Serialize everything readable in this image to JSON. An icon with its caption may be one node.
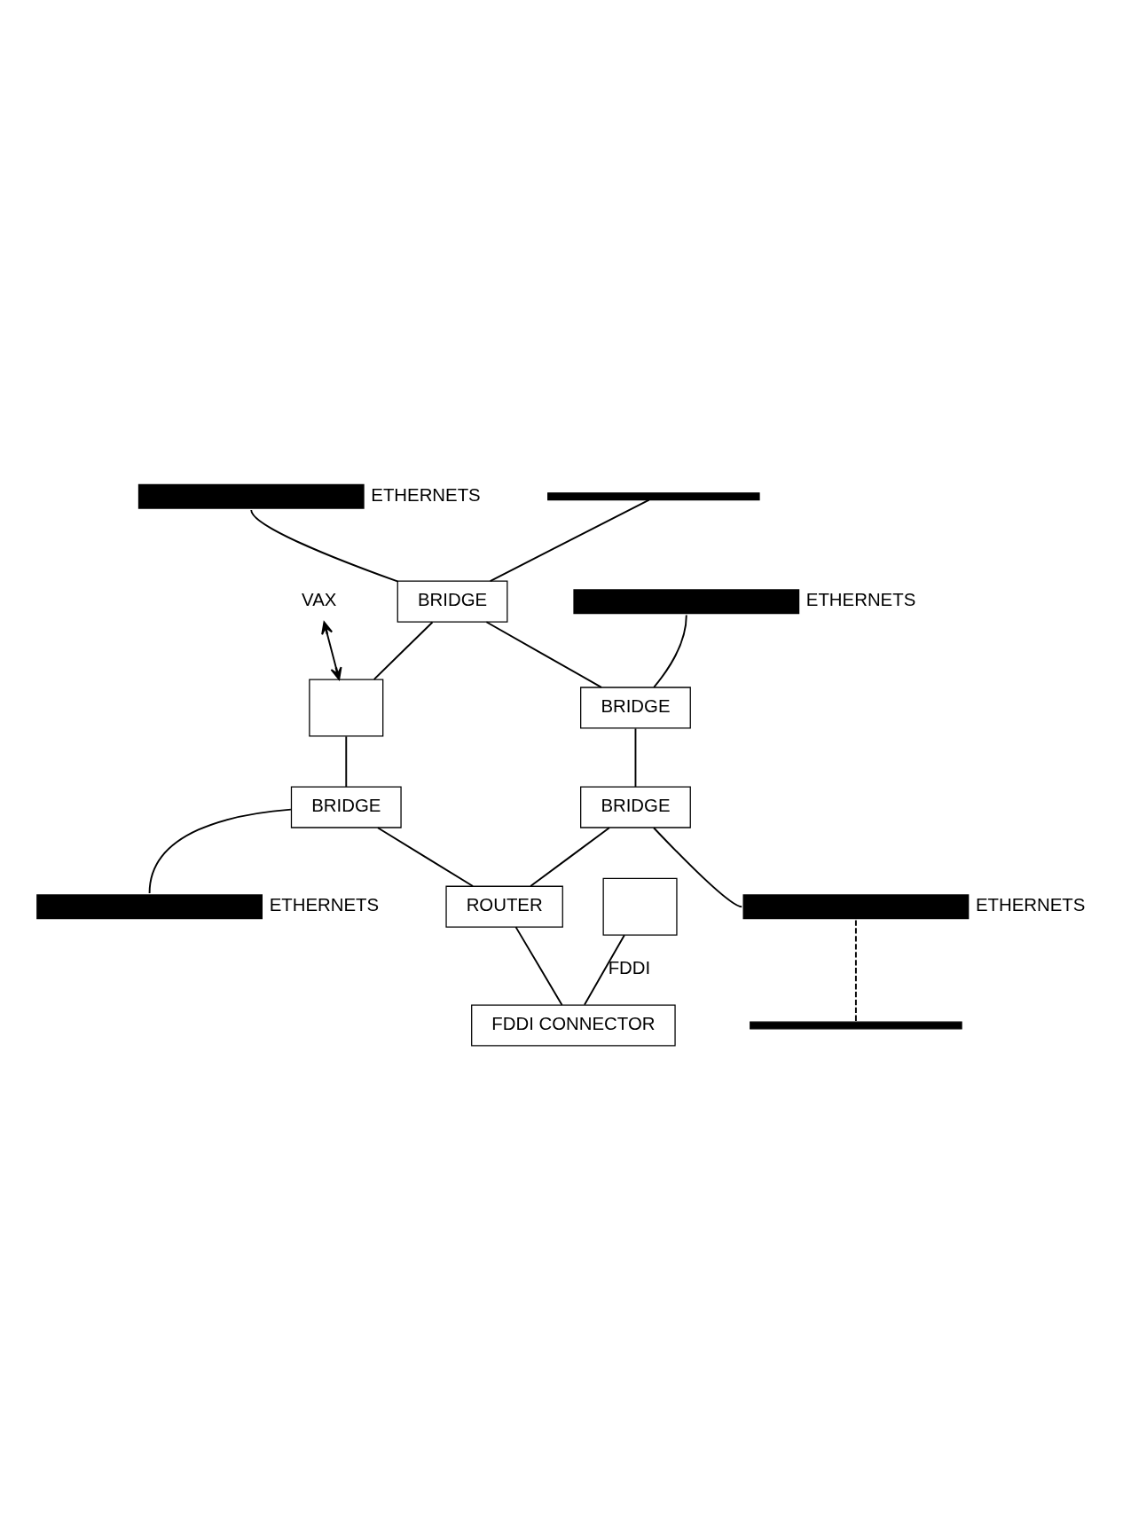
{
  "diagram": {
    "nodes": [
      {
        "text": [
          "BRIDGE"
        ]
      },
      {
        "text": [
          "BRIDGE"
        ]
      },
      {
        "text": [],
        "shape": "box"
      },
      {
        "text": [
          "BRIDGE"
        ]
      },
      {
        "text": [
          "ROUTER"
        ]
      },
      {
        "text": [
          "BRIDGE"
        ]
      },
      {
        "text": [],
        "shape": "box"
      },
      {
        "text": [
          "FDDI CONNECTOR"
        ]
      },
      {
        "text": [
          "VAX"
        ]
      },
      {
        "text": [],
        "shape": "bar",
        "beside": [
          "ETHERNETS"
        ]
      },
      {
        "text": [],
        "shape": "bar"
      },
      {
        "text": [],
        "shape": "bar",
        "beside": [
          "ETHERNETS"
        ]
      },
      {
        "text": [],
        "shape": "bar",
        "beside": [
          "ETHERNETS"
        ]
      },
      {
        "text": [],
        "shape": "bar",
        "beside": [
          "ETHERNETS"
        ]
      },
      {
        "text": [],
        "shape": "bar"
      }
    ],
    "edges": [
      {
        "from": 9,
        "to": 0,
        "arrow": "none"
      },
      {
        "from": 10,
        "to": 0,
        "arrow": "none"
      },
      {
        "from": 0,
        "to": 1,
        "arrow": "none"
      },
      {
        "from": 0,
        "to": 2,
        "arrow": "none"
      },
      {
        "from": 8,
        "to": 2,
        "arrow": "both"
      },
      {
        "from": 11,
        "to": 1,
        "arrow": "none"
      },
      {
        "from": 2,
        "to": 3,
        "arrow": "none"
      },
      {
        "from": 3,
        "to": 12,
        "arrow": "none"
      },
      {
        "from": 3,
        "to": 4,
        "arrow": "none"
      },
      {
        "from": 1,
        "to": 5,
        "arrow": "none"
      },
      {
        "from": 5,
        "to": 4,
        "arrow": "none"
      },
      {
        "from": 5,
        "to": 13,
        "arrow": "none"
      },
      {
        "from": 13,
        "to": 14,
        "arrow": "none",
        "style": "dashed"
      },
      {
        "from": 6,
        "to": 7,
        "arrow": "none",
        "label": "FDDI"
      },
      {
        "from": 4,
        "to": 7,
        "arrow": "none"
      }
    ]
  }
}
